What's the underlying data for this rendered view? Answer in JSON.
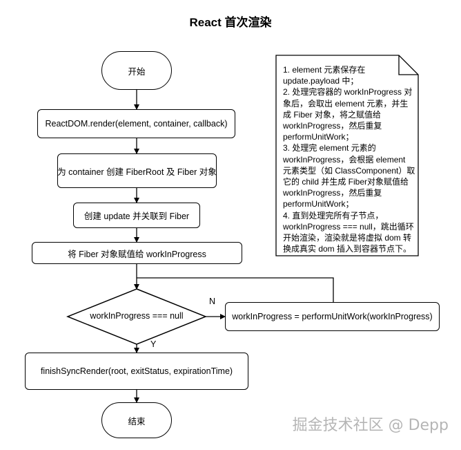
{
  "title": "React 首次渲染",
  "nodes": {
    "start": "开始",
    "render": "ReactDOM.render(element, container, callback)",
    "create_root": "为 container 创建 FiberRoot 及 Fiber 对象",
    "create_update": "创建 update 并关联到 Fiber",
    "assign_wip": "将 Fiber 对象赋值给 workInProgress",
    "decision": "workInProgress === null",
    "perform": "workInProgress = performUnitWork(workInProgress)",
    "finish": "finishSyncRender(root, exitStatus, expirationTime)",
    "end": "结束"
  },
  "edge_labels": {
    "no": "N",
    "yes": "Y"
  },
  "note": "1. element 元素保存在\nupdate.payload 中；\n2. 处理完容器的 workInProgress 对\n象后，会取出 element 元素，并生\n成 Fiber 对象，将之赋值给\nworkInProgress，然后重复\nperformUnitWork；\n3. 处理完 element 元素的\nworkInProgress，会根据 element\n元素类型（如 ClassComponent）取\n它的 child 并生成 Fiber对象赋值给\nworkInProgress，然后重复\nperformUnitWork；\n4. 直到处理完所有子节点，\nworkInProgress === null，跳出循环\n开始渲染，渲染就是将虚拟 dom 转\n换成真实 dom 插入到容器节点下。",
  "watermark": "掘金技术社区 @ Depp"
}
